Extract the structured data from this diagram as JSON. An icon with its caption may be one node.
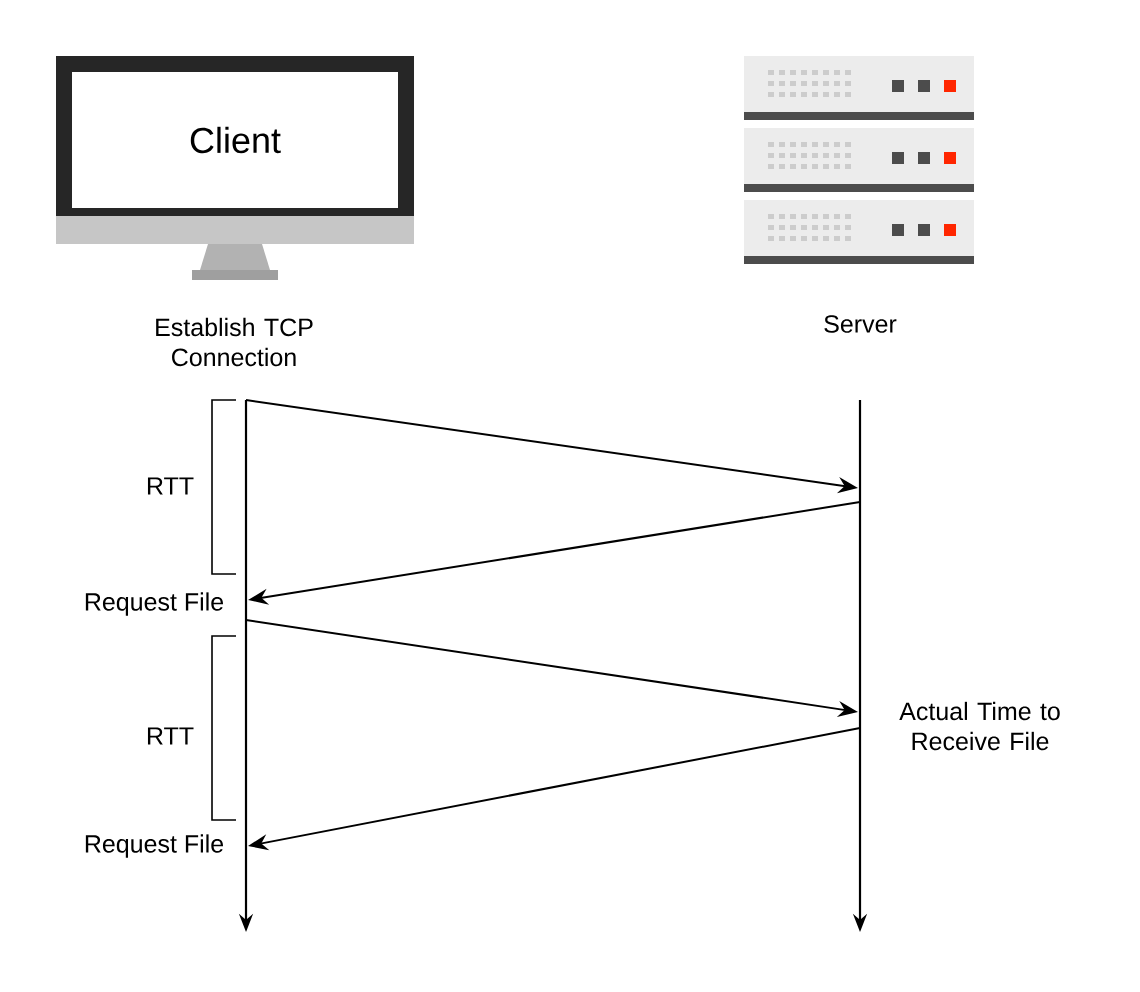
{
  "diagram": {
    "nodes": [
      {
        "text": [
          "Client",
          "Establish TCP Connection"
        ]
      },
      {
        "text": [
          "Server"
        ]
      }
    ],
    "edges": [
      {
        "from": 0,
        "to": 1,
        "arrow": "to"
      },
      {
        "from": 1,
        "to": 0,
        "arrow": "to"
      },
      {
        "from": 0,
        "to": 1,
        "arrow": "to"
      },
      {
        "from": 1,
        "to": 0,
        "arrow": "to"
      }
    ],
    "labels": [
      "RTT",
      "Request File",
      "RTT",
      "Request File",
      "Actual Time to Receive File"
    ]
  }
}
